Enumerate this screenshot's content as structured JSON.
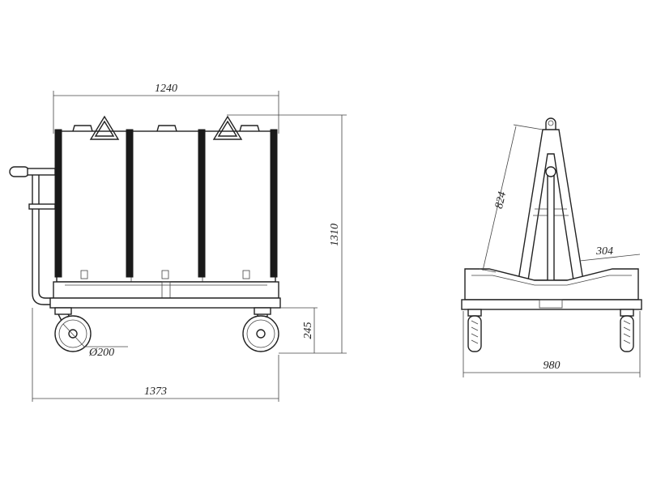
{
  "drawing": {
    "side_view": {
      "dim_top_width": "1240",
      "dim_height": "1310",
      "dim_overall_length": "1373",
      "dim_wheel_height": "245",
      "dim_wheel_diameter": "Ø200"
    },
    "end_view": {
      "dim_frame_length": "824",
      "dim_ledge_depth": "304",
      "dim_base_width": "980"
    }
  }
}
